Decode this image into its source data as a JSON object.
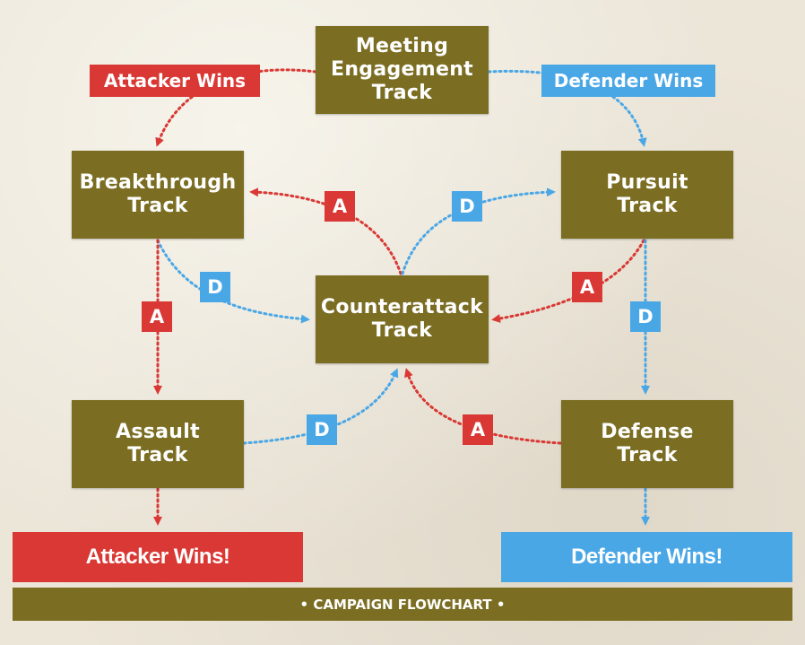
{
  "nodes": {
    "meeting": "Meeting\nEngagement\nTrack",
    "breakthrough": "Breakthrough\nTrack",
    "pursuit": "Pursuit\nTrack",
    "counterattack": "Counterattack\nTrack",
    "assault": "Assault\nTrack",
    "defense": "Defense\nTrack"
  },
  "outcome_labels": {
    "attacker_wins": "Attacker Wins",
    "defender_wins": "Defender Wins"
  },
  "edge_labels": {
    "attacker": "A",
    "defender": "D"
  },
  "results": {
    "attacker": "Attacker Wins!",
    "defender": "Defender Wins!"
  },
  "footer": "• CAMPAIGN FLOWCHART •",
  "colors": {
    "box": "#7b6d22",
    "attacker": "#d93834",
    "defender": "#4aa7e6",
    "background": "#ece6d9"
  }
}
